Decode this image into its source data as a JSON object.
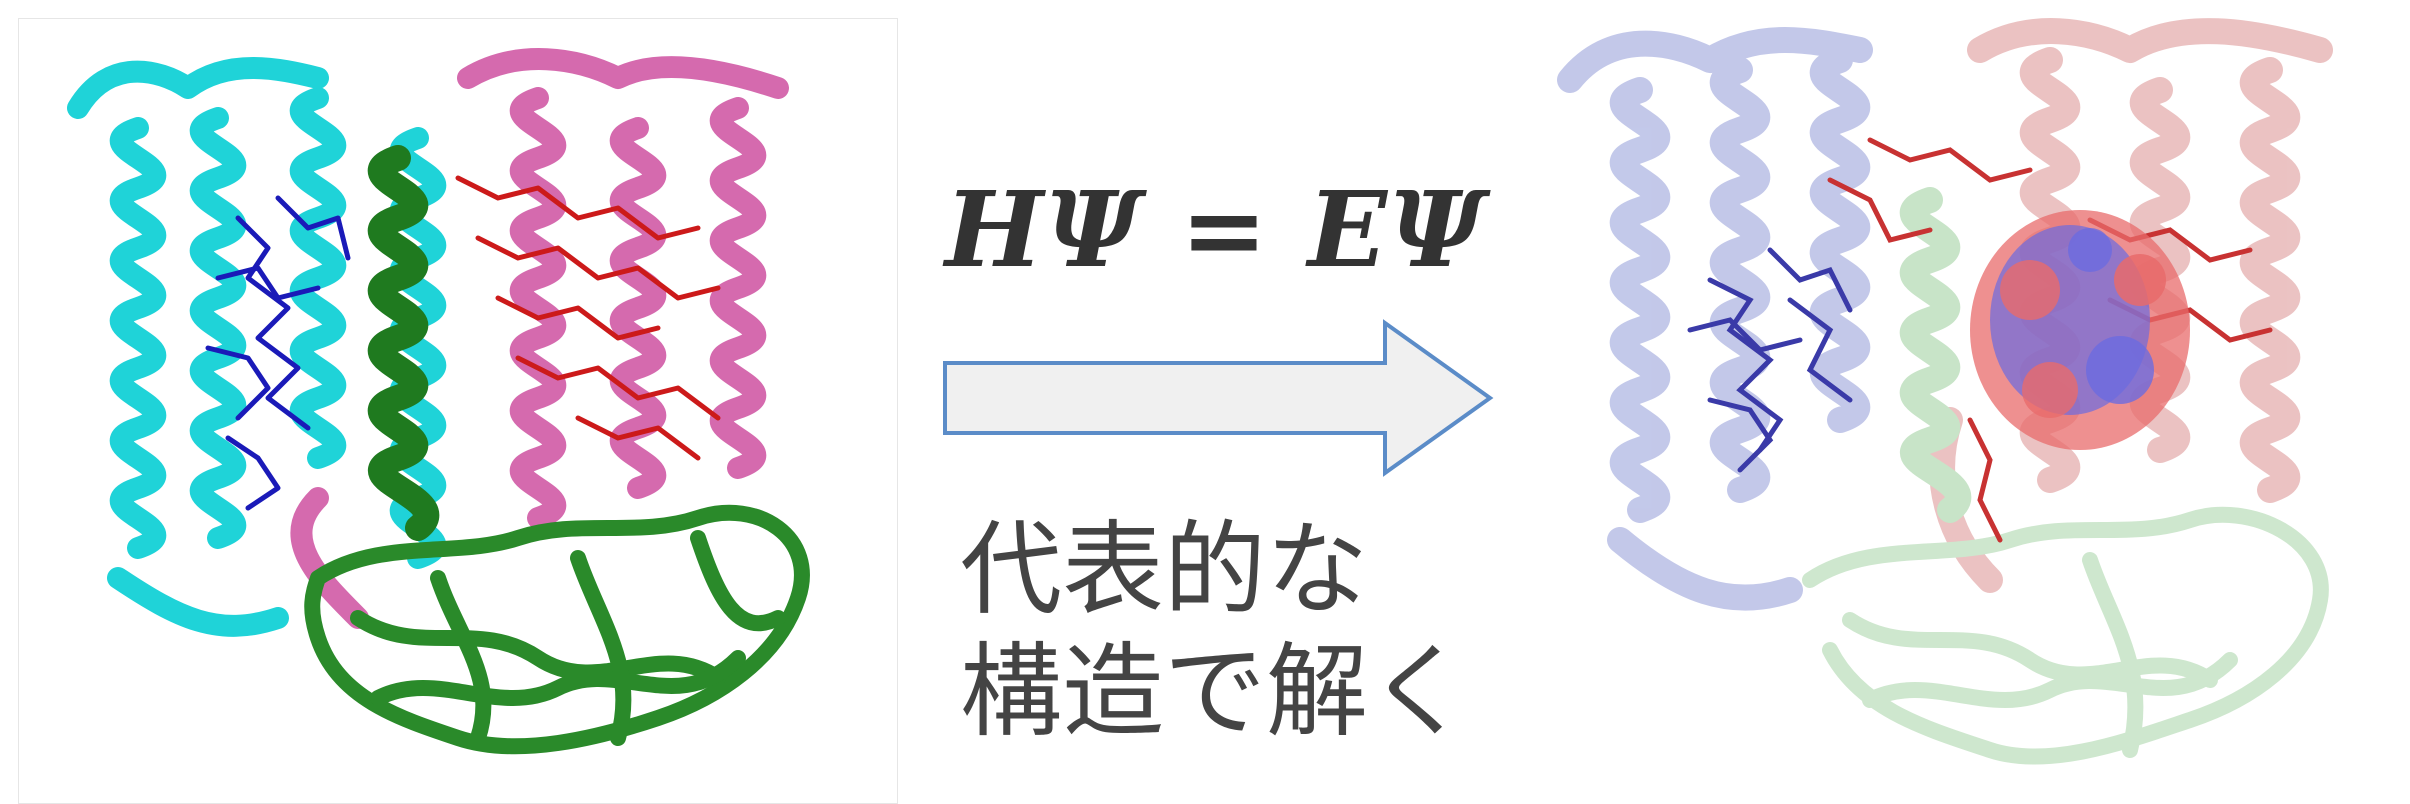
{
  "equation": "HΨ = EΨ",
  "caption": {
    "line1": "代表的な",
    "line2": "構造で解く"
  },
  "colors": {
    "cyan_helix": "#1fd3d8",
    "pink_helix": "#d56aae",
    "green_domain": "#1f7a1f",
    "blue_ligand": "#1a1ab8",
    "red_ligand": "#cc1a1a",
    "arrow_fill": "#f0f0f0",
    "arrow_stroke": "#5b8cc8",
    "pale_blue": "#b9bfe6",
    "pale_pink": "#e8b8b8",
    "pale_green": "#bfe0bf",
    "density_blue": "#6b6be0",
    "density_red": "#e86b6b"
  },
  "icons": {
    "left": "protein-structure-ribbon",
    "right": "protein-electron-density",
    "arrow": "right-arrow"
  }
}
